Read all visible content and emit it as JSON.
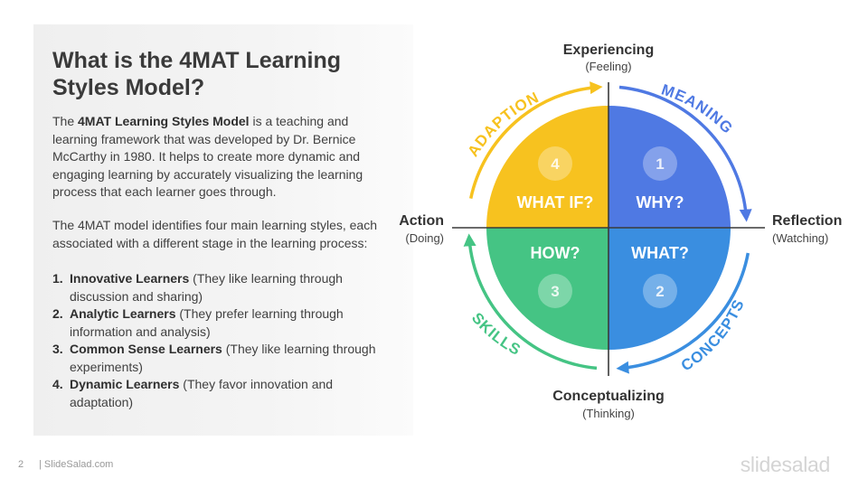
{
  "slide": {
    "title": "What is the 4MAT Learning Styles Model?",
    "intro": {
      "pre": "The ",
      "bold": "4MAT Learning Styles Model",
      "post": " is a teaching and learning framework that was developed by Dr. Bernice McCarthy in 1980. It helps to create more dynamic and engaging learning by accurately visualizing the learning process that each learner goes through."
    },
    "styles_intro": "The 4MAT model identifies four main learning styles, each associated with a different stage in the learning process:",
    "styles": [
      {
        "num": "1.",
        "name": "Innovative Learners",
        "desc": " (They like learning through discussion and sharing)"
      },
      {
        "num": "2.",
        "name": "Analytic Learners",
        "desc": " (They prefer learning through information and analysis)"
      },
      {
        "num": "3.",
        "name": "Common Sense Learners",
        "desc": " (They like learning through experiments)"
      },
      {
        "num": "4.",
        "name": "Dynamic Learners",
        "desc": " (They favor innovation and adaptation)"
      }
    ]
  },
  "diagram": {
    "axes": {
      "top": {
        "label": "Experiencing",
        "sub": "(Feeling)"
      },
      "right": {
        "label": "Reflection",
        "sub": "(Watching)"
      },
      "bottom": {
        "label": "Conceptualizing",
        "sub": "(Thinking)"
      },
      "left": {
        "label": "Action",
        "sub": "(Doing)"
      }
    },
    "quadrants": [
      {
        "num": "1",
        "question": "WHY?",
        "arc_label": "MEANING",
        "color": "#4f79e3"
      },
      {
        "num": "2",
        "question": "WHAT?",
        "arc_label": "CONCEPTS",
        "color": "#3a8ee0"
      },
      {
        "num": "3",
        "question": "HOW?",
        "arc_label": "SKILLS",
        "color": "#45c484"
      },
      {
        "num": "4",
        "question": "WHAT IF?",
        "arc_label": "ADAPTION",
        "color": "#f7c21f"
      }
    ]
  },
  "footer": {
    "page_number": "2",
    "site": "| SlideSalad.com",
    "brand": "slidesalad"
  }
}
